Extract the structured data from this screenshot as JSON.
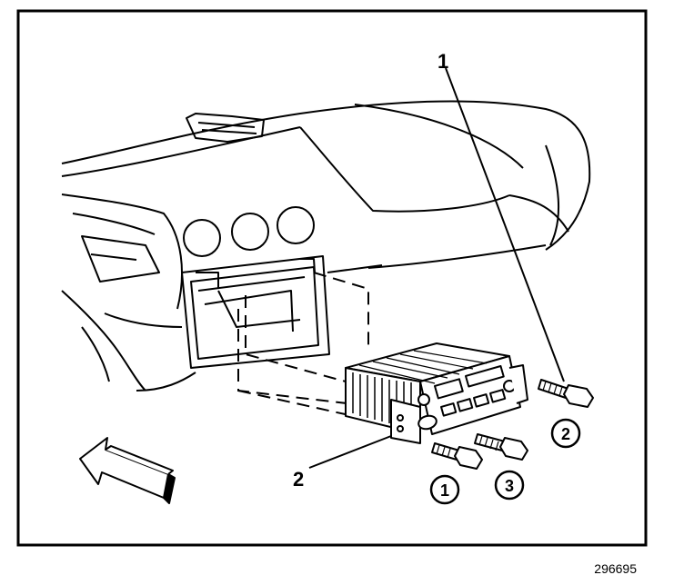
{
  "callouts": {
    "label_1": "1",
    "label_2": "2",
    "circle_1": "1",
    "circle_2": "2",
    "circle_3": "3"
  },
  "figure_number": "296695"
}
